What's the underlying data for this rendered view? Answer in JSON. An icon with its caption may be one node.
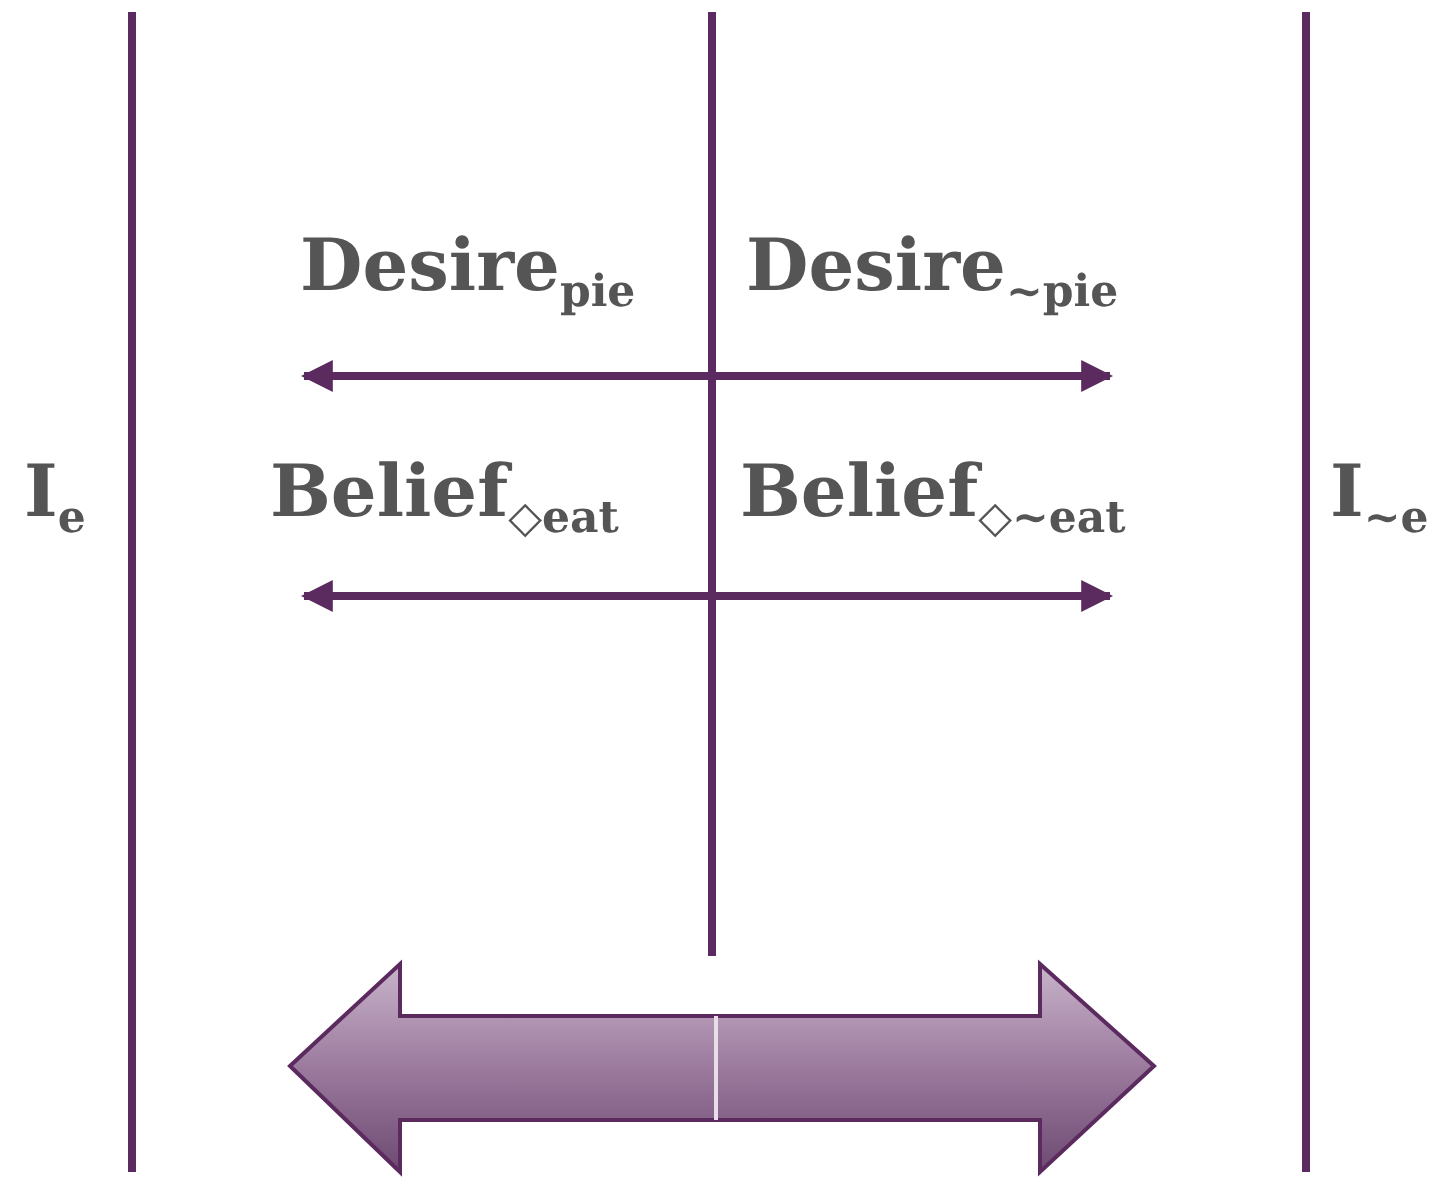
{
  "diagram": {
    "labels": [
      "Desire$_{pie}$",
      "Desire$_{~pie}$",
      "I$_{e}$",
      "Belief$_{◇eat}$",
      "Belief$_{◇~eat}$",
      "I$_{~e}$"
    ]
  }
}
